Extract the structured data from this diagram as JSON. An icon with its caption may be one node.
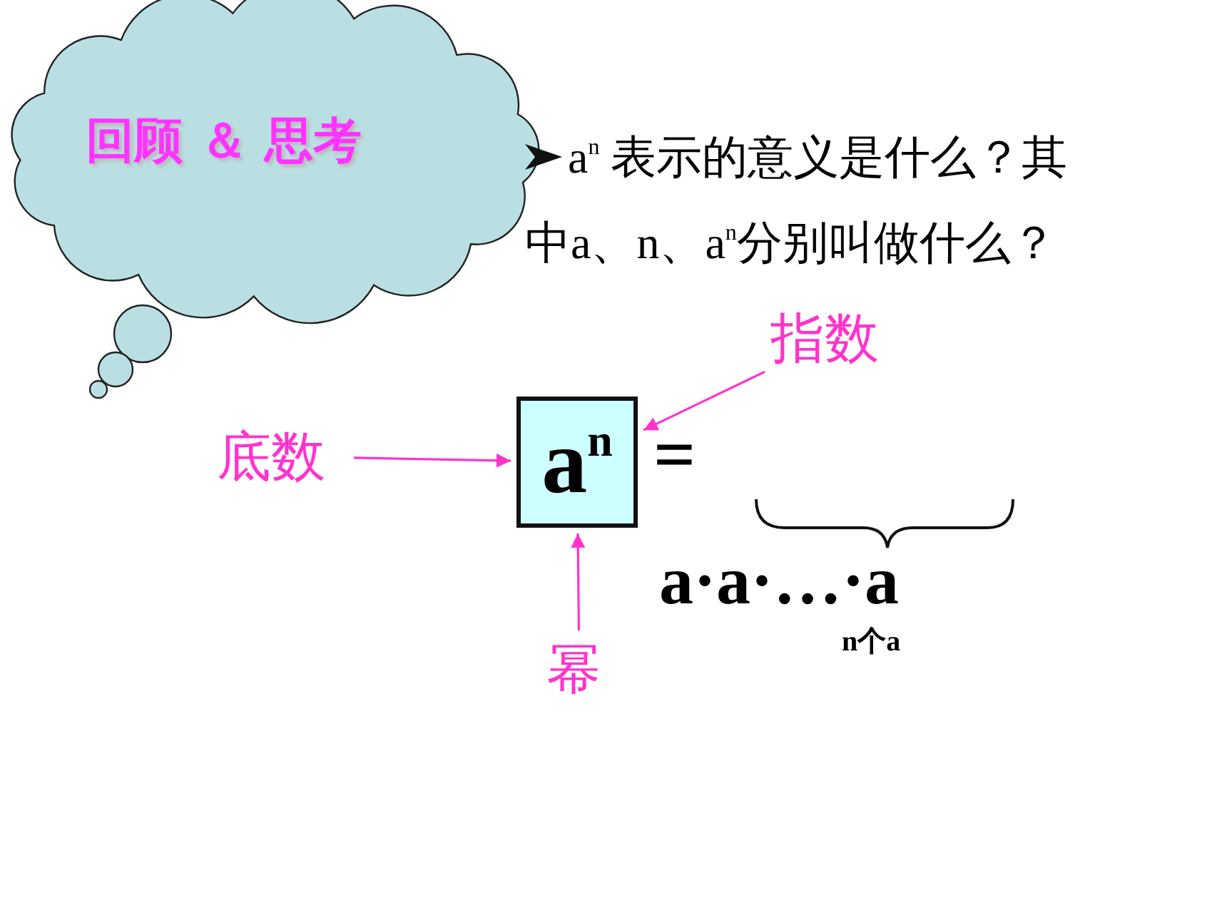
{
  "diagram": {
    "nodes": [
      {
        "text": [
          "回顾 ＆ 思考"
        ]
      },
      {
        "text": [
          "指数"
        ]
      },
      {
        "text": [
          "底数"
        ]
      },
      {
        "text": [
          "a$^{n}$"
        ]
      },
      {
        "text": [
          "幂"
        ]
      }
    ],
    "edges": [
      {
        "from": 1,
        "to": 3,
        "arrow": "to"
      },
      {
        "from": 2,
        "to": 3,
        "arrow": "to"
      },
      {
        "from": 4,
        "to": 3,
        "arrow": "to"
      }
    ],
    "labels": [
      "a$^{n}$ 表示的意义是什么？其中a、n、a$^{n}$分别叫做什么？",
      "=",
      "a·a·…·a",
      "n个a"
    ]
  }
}
